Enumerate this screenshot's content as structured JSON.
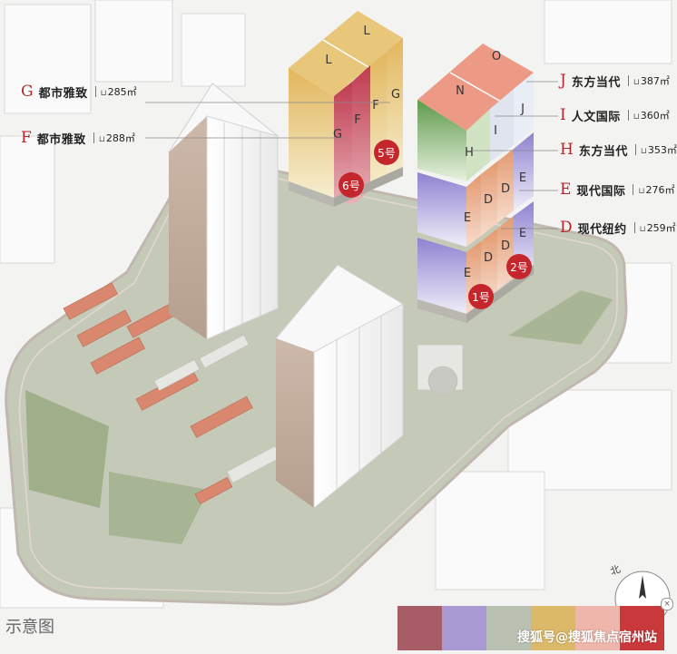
{
  "units": [
    {
      "letter": "J",
      "name": "东方当代",
      "area": "387㎡"
    },
    {
      "letter": "I",
      "name": "人文国际",
      "area": "360㎡"
    },
    {
      "letter": "H",
      "name": "东方当代",
      "area": "353㎡"
    },
    {
      "letter": "E",
      "name": "现代国际",
      "area": "276㎡"
    },
    {
      "letter": "D",
      "name": "现代纽约",
      "area": "259㎡"
    },
    {
      "letter": "G",
      "name": "都市雅致",
      "area": "285㎡"
    },
    {
      "letter": "F",
      "name": "都市雅致",
      "area": "288㎡"
    }
  ],
  "area_icon": "floor-plan-icon",
  "area_unit_glyph": "㎡",
  "buildings": {
    "b6": {
      "label": "6号",
      "faces": [
        "L",
        "L",
        "G",
        "F",
        "F",
        "G"
      ]
    },
    "b5": {
      "label": "5号"
    },
    "b1": {
      "label": "1号",
      "faces": [
        "N",
        "O",
        "J",
        "I",
        "H",
        "E",
        "D",
        "D",
        "E",
        "E",
        "D",
        "D",
        "E"
      ]
    },
    "b2": {
      "label": "2号"
    }
  },
  "caption": "示意图",
  "north_label": "北",
  "legend_colors": [
    "#a85d66",
    "#a99ad4",
    "#b9bfb1",
    "#dcb968",
    "#efb6ab",
    "#c9383b"
  ],
  "watermark": "搜狐号@搜狐焦点宿州站",
  "colors": {
    "accent_red": "#c5262c",
    "letter_red": "#b3262b",
    "group_L": "#e7c47a",
    "group_F": "#c44d5c",
    "group_N": "#ec9a86",
    "group_J": "#dfe4ef",
    "group_H": "#8cb673",
    "group_E": "#aba0dc",
    "group_D": "#e8a886"
  }
}
